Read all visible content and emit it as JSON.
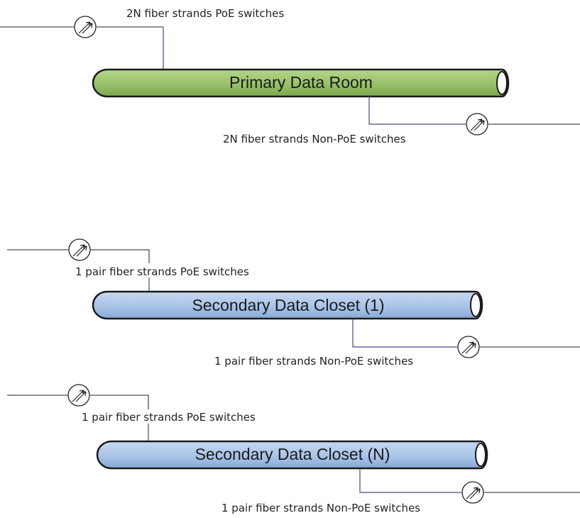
{
  "diagram": {
    "colors": {
      "primary_fill": "#98c168",
      "secondary_fill": "#a9c4e8",
      "outline": "#1a1a1a",
      "line": "#222222"
    },
    "icons": [
      "fiber-connector-icon"
    ],
    "rooms": [
      {
        "title": "Primary Data Room",
        "poe_label": "2N fiber strands PoE switches",
        "nonpoe_label": "2N fiber strands Non-PoE switches"
      },
      {
        "title": "Secondary Data Closet (1)",
        "poe_label": "1 pair fiber strands PoE switches",
        "nonpoe_label": "1 pair fiber strands Non-PoE switches"
      },
      {
        "title": "Secondary Data Closet (N)",
        "poe_label": "1 pair fiber strands PoE switches",
        "nonpoe_label": "1 pair fiber strands Non-PoE switches"
      }
    ]
  }
}
